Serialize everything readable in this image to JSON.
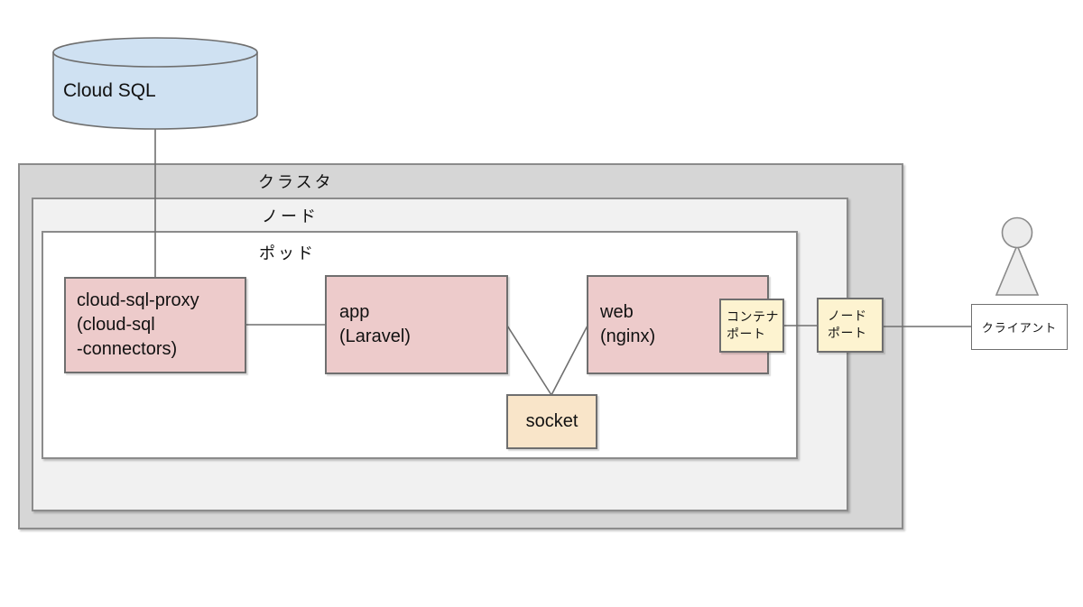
{
  "diagram_type": "kubernetes-architecture-diagram",
  "external_nodes": {
    "cloud_sql": {
      "label": "Cloud SQL",
      "fill": "#cfe1f2",
      "icon": "database-cylinder-icon"
    },
    "client": {
      "label": "クライアント",
      "fill": "#ffffff",
      "icon": "person-icon"
    }
  },
  "containers": {
    "cluster": {
      "label": "クラスタ",
      "fill": "#d6d6d6"
    },
    "node": {
      "label": "ノード",
      "fill": "#f1f1f1"
    },
    "pod": {
      "label": "ポッド",
      "fill": "#ffffff"
    }
  },
  "pod_components": {
    "proxy": {
      "lines": [
        "cloud-sql-proxy",
        "(cloud-sql",
        "-connectors)"
      ],
      "fill": "#edcbcb"
    },
    "app": {
      "lines": [
        "app",
        "(Laravel)"
      ],
      "fill": "#edcbcb"
    },
    "web": {
      "lines": [
        "web",
        "(nginx)"
      ],
      "fill": "#edcbcb"
    },
    "socket": {
      "label": "socket",
      "fill": "#f9e5c9"
    }
  },
  "ports": {
    "container_port": {
      "lines": [
        "コンテナ",
        "ポート"
      ],
      "fill": "#fdf3d0"
    },
    "node_port": {
      "lines": [
        "ノード",
        "ポート"
      ],
      "fill": "#fdf3d0"
    }
  },
  "connectors": [
    {
      "from": "cloud-sql",
      "to": "cloud-sql-proxy"
    },
    {
      "from": "cloud-sql-proxy",
      "to": "app"
    },
    {
      "from": "app",
      "to": "socket"
    },
    {
      "from": "web",
      "to": "socket"
    },
    {
      "from": "container-port",
      "to": "node-port"
    },
    {
      "from": "node-port",
      "to": "client"
    }
  ],
  "colors": {
    "border": "#6f6f6f",
    "line": "#6f6f6f",
    "text": "#111111"
  }
}
